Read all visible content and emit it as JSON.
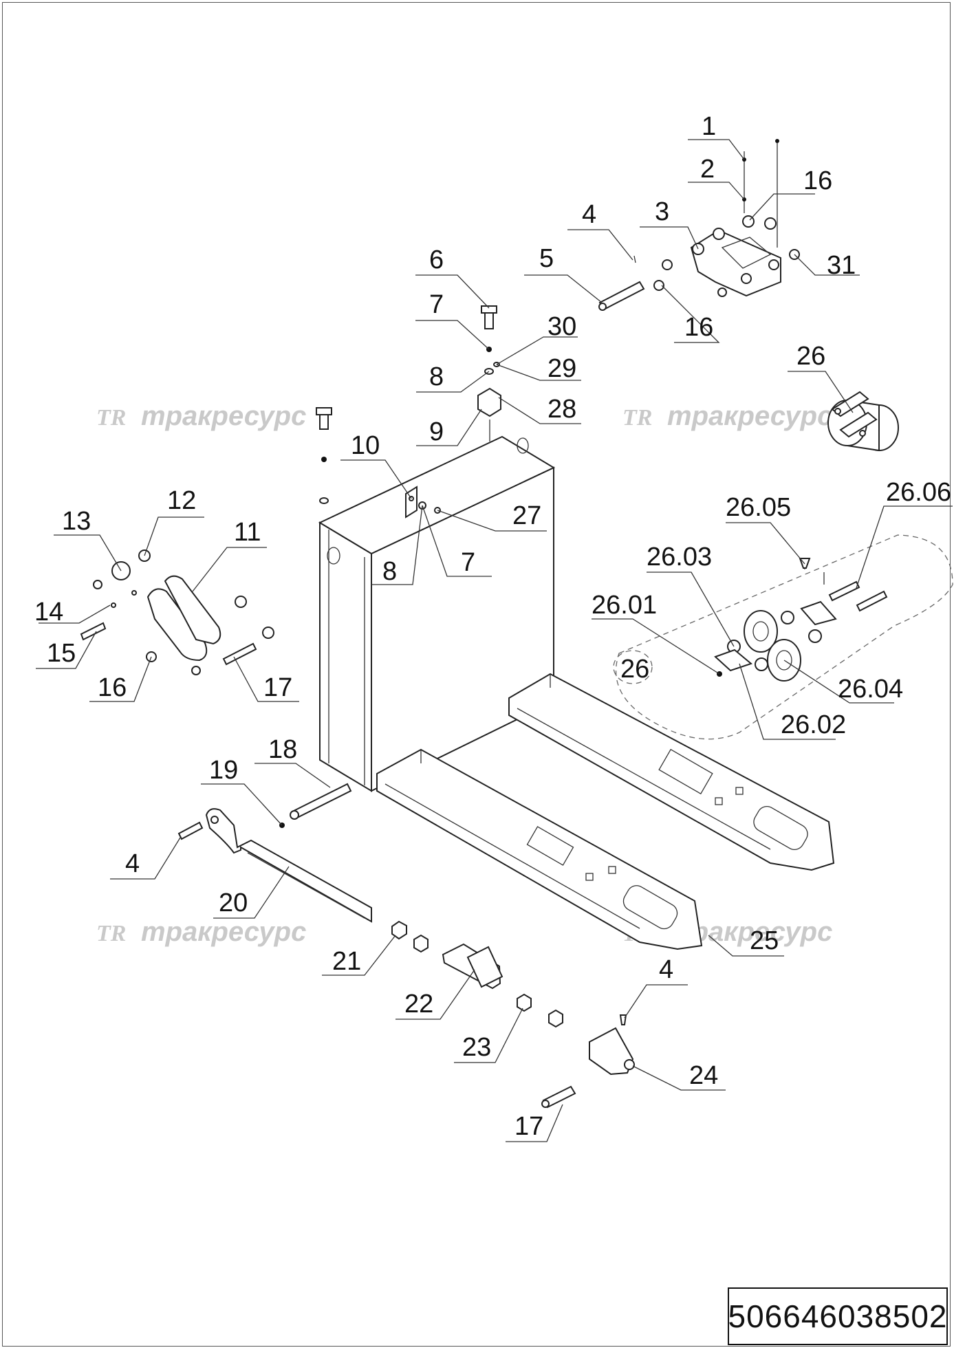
{
  "drawing": {
    "document_code": "506646038502",
    "watermark": {
      "logo": "TR",
      "text": "тракресурс"
    },
    "callouts": [
      "1",
      "2",
      "16",
      "3",
      "4",
      "31",
      "5",
      "16",
      "6",
      "7",
      "30",
      "29",
      "8",
      "28",
      "9",
      "26",
      "10",
      "27",
      "7",
      "8",
      "12",
      "13",
      "11",
      "14",
      "15",
      "16",
      "17",
      "26.06",
      "26.05",
      "26.03",
      "26.01",
      "26",
      "26.04",
      "26.02",
      "18",
      "19",
      "4",
      "20",
      "21",
      "25",
      "22",
      "4",
      "23",
      "24",
      "17"
    ]
  }
}
